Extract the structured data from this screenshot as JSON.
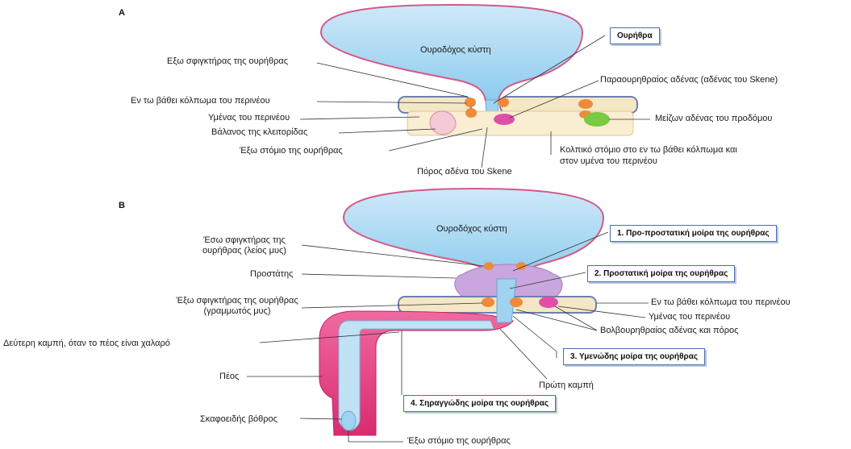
{
  "panel_a": {
    "letter": "A",
    "bladder": "Ουροδόχος κύστη",
    "box_urethra": "Ουρήθρα",
    "labels": {
      "external_sphincter": "Εξω σφιγκτήρας της ουρήθρας",
      "deep_pouch": "Εν τω βάθει κόλπωμα του περινέου",
      "perineal_membrane": "Υμένας του περινέου",
      "glans_clitoris": "Βάλανος της κλειτορίδας",
      "external_orifice": "Έξω στόμιο της ουρήθρας",
      "skene_duct": "Πόρος αδένα του Skene",
      "paraurethral": "Παραουρηθραίος αδένας (αδένας του Skene)",
      "greater_vestibular": "Μείζων αδένας του προδόμου",
      "vaginal_orifice_1": "Κολπικό στόμιο στο εν τω βάθει κόλπωμα και",
      "vaginal_orifice_2": "στον υμένα του περινέου"
    }
  },
  "panel_b": {
    "letter": "B",
    "bladder": "Ουροδόχος κύστη",
    "boxes": {
      "preprostatic": "1. Προ-προστατική μοίρα της ουρήθρας",
      "prostatic": "2. Προστατική μοίρα της ουρήθρας",
      "membranous": "3. Υμενώδης μοίρα της ουρήθρας",
      "spongy": "4. Σηραγγώδης μοίρα της ουρήθρας"
    },
    "labels": {
      "internal_sphincter_1": "Έσω σφιγκτήρας της",
      "internal_sphincter_2": "ουρήθρας (λείος μυς)",
      "prostate": "Προστάτης",
      "external_sphincter_1": "Έξω σφιγκτήρας της ουρήθρας",
      "external_sphincter_2": "(γραμμωτός μυς)",
      "second_curve": "Δεύτερη καμπή, όταν το πέος είναι χαλαρό",
      "penis": "Πέος",
      "navicular_fossa": "Σκαφοειδής βόθρος",
      "external_orifice": "Έξω στόμιο της ουρήθρας",
      "deep_pouch": "Εν τω βάθει κόλπωμα του περινέου",
      "perineal_membrane": "Υμένας του περινέου",
      "bulbourethral": "Βολβουρηθραίος αδένας και πόρος",
      "first_curve": "Πρώτη καμπή"
    }
  },
  "colors": {
    "bladder_fill": "#b7dcf2",
    "bladder_edge": "#d25a8a",
    "membrane": "#f3e7c6",
    "membrane_edge": "#6f7fb0",
    "prostate": "#c9a6dd",
    "penis": "#e0397a",
    "sphincter": "#ee8a3a",
    "gland_green": "#7ac943",
    "gland_pink": "#e04fa7",
    "box_border": "#4a6fb0"
  }
}
